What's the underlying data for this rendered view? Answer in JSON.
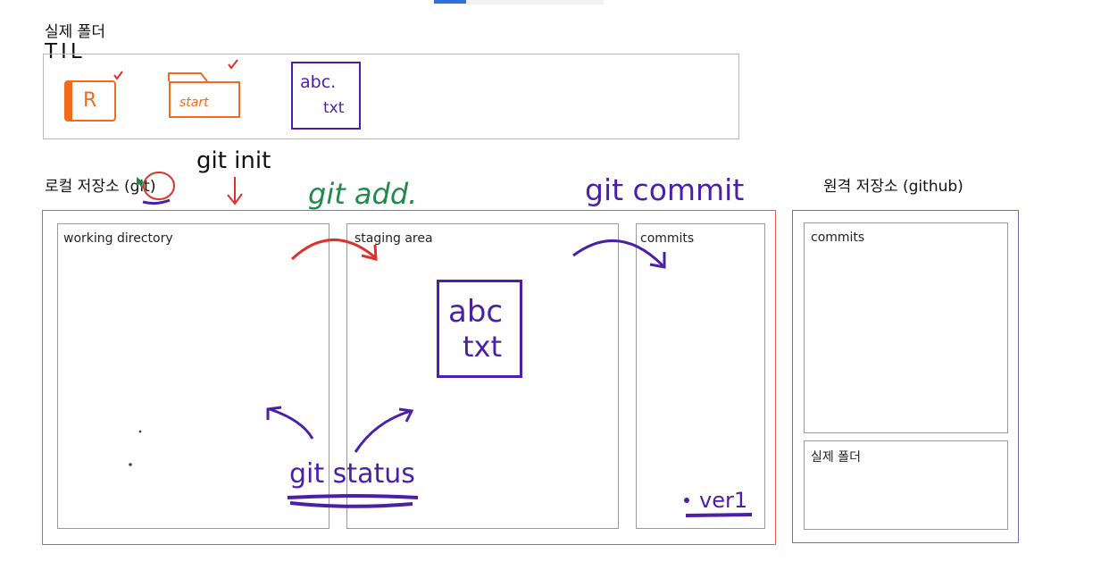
{
  "top_tab": {
    "active_color": "#2f6fd6"
  },
  "sections": {
    "real_folder_title": "실제 폴더",
    "local_repo_title": "로컬 저장소 (git)",
    "remote_repo_title": "원격 저장소 (github)"
  },
  "local": {
    "working_directory": "working directory",
    "staging_area": "staging area",
    "commits": "commits"
  },
  "remote": {
    "commits": "commits",
    "real_folder": "실제 폴더"
  },
  "annotations": {
    "til": "TIL",
    "git_init": "git init",
    "git_add": "git add.",
    "git_commit": "git commit",
    "git_status": "git status",
    "ver1": "ver1",
    "file_r": "R",
    "file_start": "start",
    "file_abc_line1": "abc.",
    "file_abc_line2": "txt",
    "staged_abc_line1": "abc",
    "staged_abc_line2": "txt"
  },
  "colors": {
    "orange": "#f26b1d",
    "purple": "#4b1fa8",
    "green": "#1f8a4c",
    "red": "#e0302a",
    "local_border": "#e05a4f",
    "remote_border": "#6d6fb8",
    "box_border": "#9a9a9a"
  }
}
